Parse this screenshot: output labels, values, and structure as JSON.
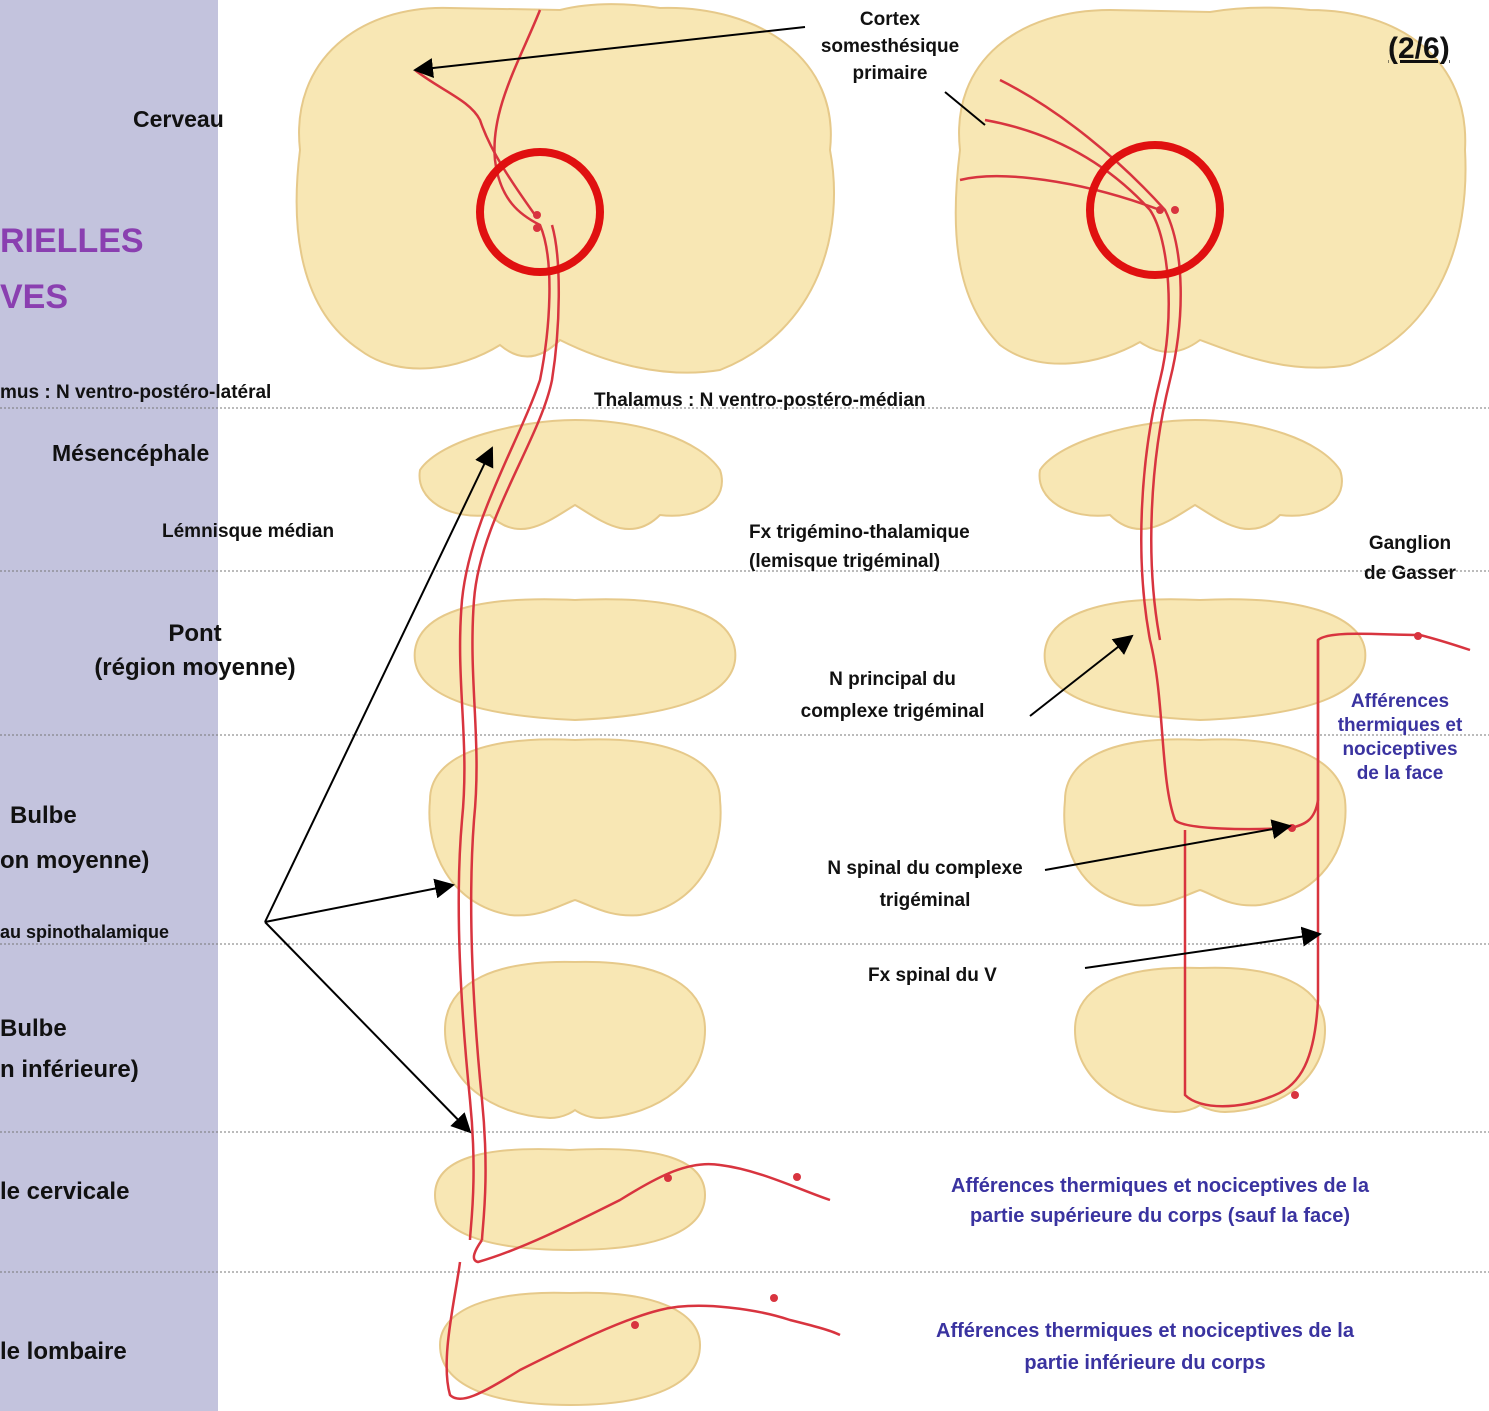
{
  "page_number": "(2/6)",
  "title_fragments": [
    "RIELLES",
    "VES"
  ],
  "left_levels": {
    "cerveau": "Cerveau",
    "mesencephale": "Mésencéphale",
    "pont": [
      "Pont",
      "(région moyenne)"
    ],
    "bulbe_moyen": [
      "Bulbe",
      "on moyenne)"
    ],
    "bulbe_inf": [
      "Bulbe",
      "n inférieure)"
    ],
    "cervicale": "le cervicale",
    "lombaire": "le lombaire"
  },
  "labels": {
    "thalamus_vpl": "mus : N ventro-postéro-latéral",
    "thalamus_vpm": "Thalamus : N ventro-postéro-médian",
    "cortex": [
      "Cortex",
      "somesthésique",
      "primaire"
    ],
    "lemnisque": "Lémnisque médian",
    "fx_trigemino": [
      "Fx trigémino-thalamique",
      "(lemisque trigéminal)"
    ],
    "ganglion": [
      "Ganglion",
      "de Gasser"
    ],
    "n_principal": [
      "N principal du",
      "complexe trigéminal"
    ],
    "afferences_face": [
      "Afférences",
      "thermiques et",
      "nociceptives",
      "de la face"
    ],
    "n_spinal": [
      "N spinal du complexe",
      "trigéminal"
    ],
    "faisceau_spino": "au spinothalamique",
    "fx_spinal_v": "Fx spinal du V",
    "aff_sup": [
      "Afférences thermiques et nociceptives de la",
      "partie supérieure du corps (sauf la face)"
    ],
    "aff_inf": [
      "Afférences thermiques et nociceptives de la",
      "partie inférieure du corps"
    ]
  },
  "colors": {
    "sidebar": "#c3c3dd",
    "tissue": "#f8e7b4",
    "tract": "#d8343f",
    "highlight_circle": "#e01010",
    "afferent_text": "#3a33a0",
    "title_text": "#8a3fb0"
  }
}
